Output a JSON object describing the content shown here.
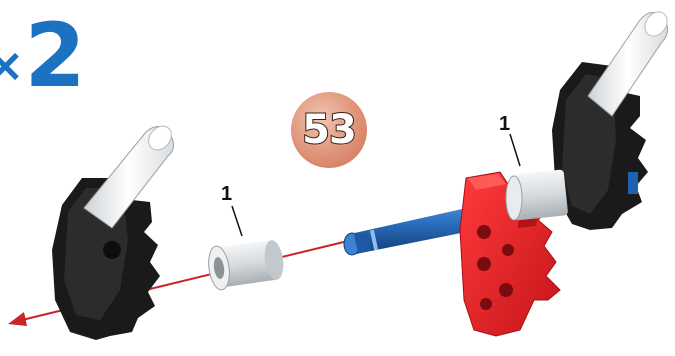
{
  "quantity": {
    "times": "×",
    "count": "2"
  },
  "step": {
    "number": "53"
  },
  "callouts": {
    "left_spacer": "1",
    "right_spacer": "1"
  },
  "colors": {
    "quantity_blue": "#1b72c0",
    "badge": "#d98468",
    "gear_black": "#1a1a1a",
    "bracket_red": "#e01e24",
    "rod_blue": "#1f63b0",
    "spacer_grey": "#d9dde0",
    "arrow_red": "#c8252b"
  }
}
